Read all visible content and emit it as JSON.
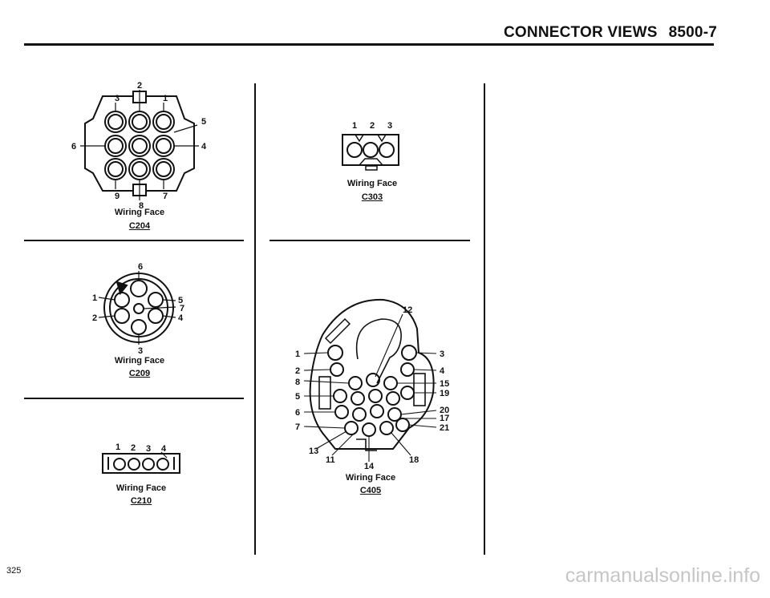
{
  "header": {
    "title": "CONNECTOR VIEWS",
    "section": "8500-7"
  },
  "page_number": "325",
  "watermark": "carmanualsonline.info",
  "connectors": {
    "c204": {
      "id": "C204",
      "face": "Wiring Face",
      "pins": [
        "1",
        "2",
        "3",
        "4",
        "5",
        "6",
        "7",
        "8",
        "9"
      ]
    },
    "c209": {
      "id": "C209",
      "face": "Wiring Face",
      "pins": [
        "1",
        "2",
        "3",
        "4",
        "5",
        "6",
        "7"
      ]
    },
    "c210": {
      "id": "C210",
      "face": "Wiring Face",
      "pins": [
        "1",
        "2",
        "3",
        "4"
      ]
    },
    "c303": {
      "id": "C303",
      "face": "Wiring Face",
      "pins": [
        "1",
        "2",
        "3"
      ]
    },
    "c405": {
      "id": "C405",
      "face": "Wiring Face",
      "pins": [
        "1",
        "2",
        "3",
        "4",
        "5",
        "6",
        "7",
        "8",
        "11",
        "12",
        "13",
        "14",
        "15",
        "17",
        "18",
        "19",
        "20",
        "21"
      ]
    }
  }
}
